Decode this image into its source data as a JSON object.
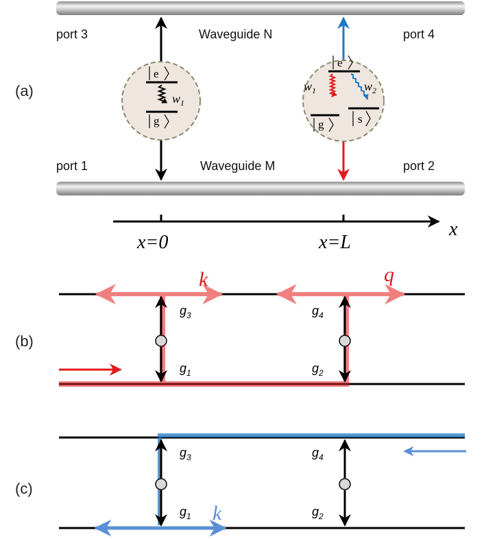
{
  "panel_a": {
    "label": "(a)",
    "port3": "port 3",
    "port4": "port 4",
    "port1": "port 1",
    "port2": "port 2",
    "waveguide_n": "Waveguide N",
    "waveguide_m": "Waveguide M",
    "atom1": {
      "excited": "e",
      "ground": "g",
      "freq": "w",
      "freq_sub": "1"
    },
    "atom2": {
      "excited": "e",
      "ground": "g",
      "side": "s",
      "freq1": "w",
      "freq1_sub": "1",
      "freq2": "w",
      "freq2_sub": "2"
    },
    "axis_var": "x",
    "pos1": "x=0",
    "pos2": "x=L"
  },
  "panel_b": {
    "label": "(b)",
    "k": "k",
    "q": "q",
    "g1": "g",
    "g1_sub": "1",
    "g2": "g",
    "g2_sub": "2",
    "g3": "g",
    "g3_sub": "3",
    "g4": "g",
    "g4_sub": "4"
  },
  "panel_c": {
    "label": "(c)",
    "k": "k",
    "g1": "g",
    "g1_sub": "1",
    "g2": "g",
    "g2_sub": "2",
    "g3": "g",
    "g3_sub": "3",
    "g4": "g",
    "g4_sub": "4"
  },
  "colors": {
    "red": "#e0191b",
    "blue": "#1f77c2",
    "light_red": "#f08080",
    "light_blue": "#5b8fd6",
    "atom_fill": "#efe6e0",
    "atom_border": "#8a8a6a"
  }
}
